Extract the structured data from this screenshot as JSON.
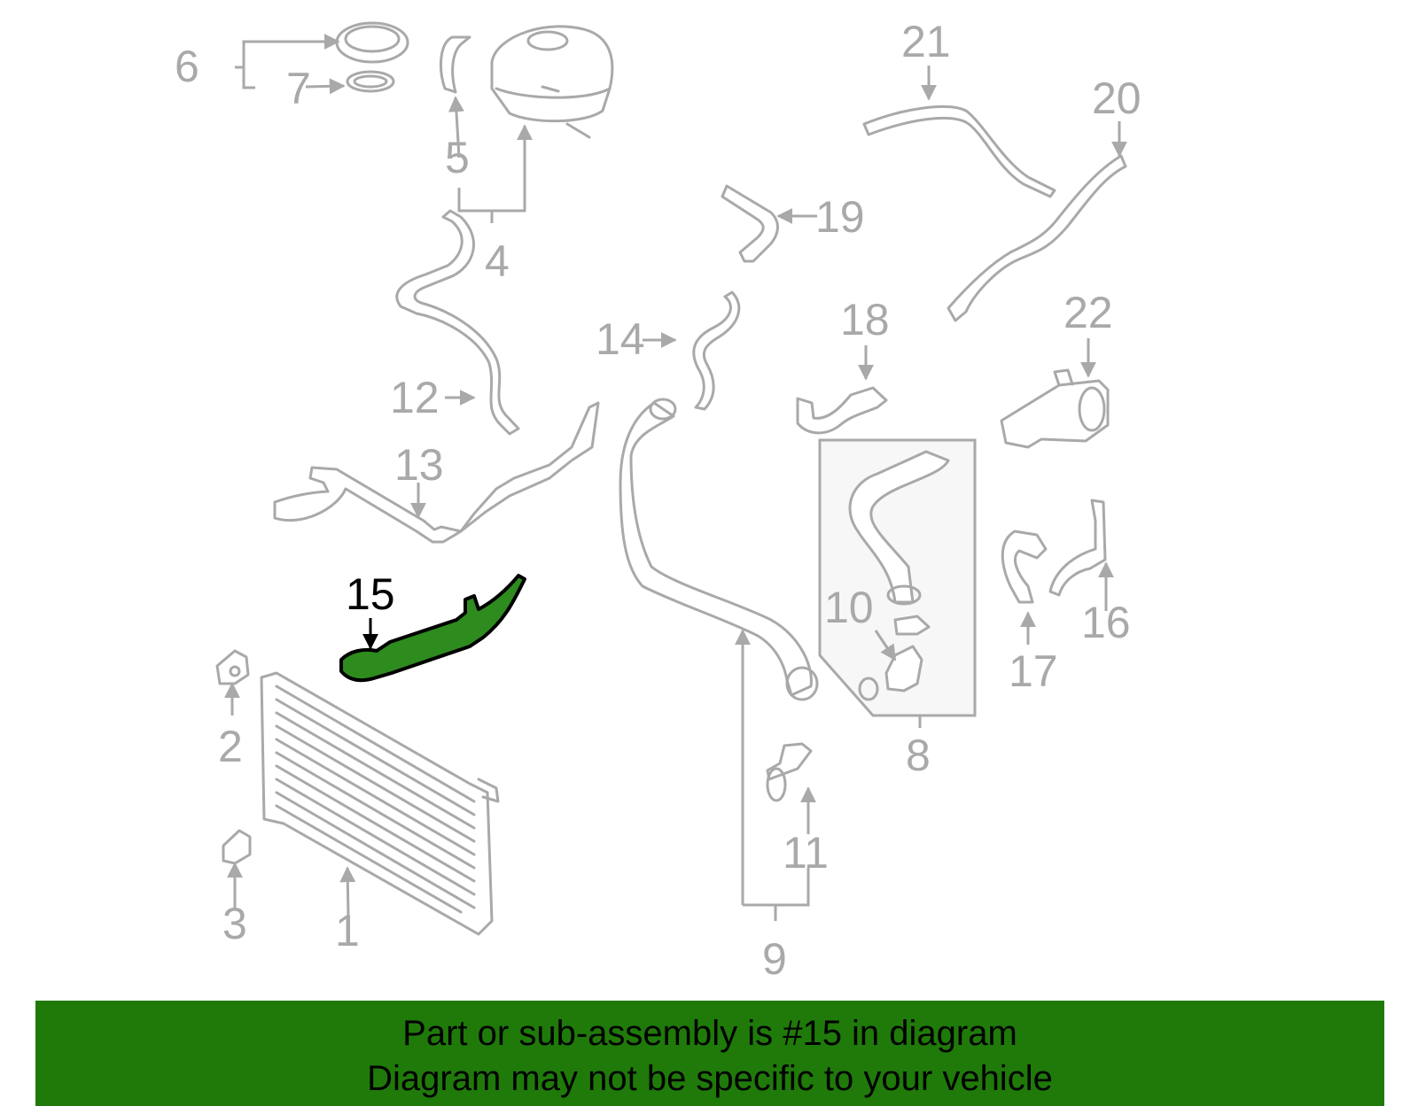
{
  "diagram": {
    "callouts": [
      "1",
      "2",
      "3",
      "4",
      "5",
      "6",
      "7",
      "8",
      "9",
      "10",
      "11",
      "12",
      "13",
      "14",
      "15",
      "16",
      "17",
      "18",
      "19",
      "20",
      "21",
      "22"
    ],
    "highlighted_callout": "15",
    "colors": {
      "line_art": "#a9a9a9",
      "highlight_fill": "#2e8b1e",
      "highlight_outline": "#000000",
      "banner_background": "#1f7a0a"
    }
  },
  "banner": {
    "line1": "Part or sub-assembly is #15 in diagram",
    "line2": "Diagram may not be specific to your vehicle"
  }
}
